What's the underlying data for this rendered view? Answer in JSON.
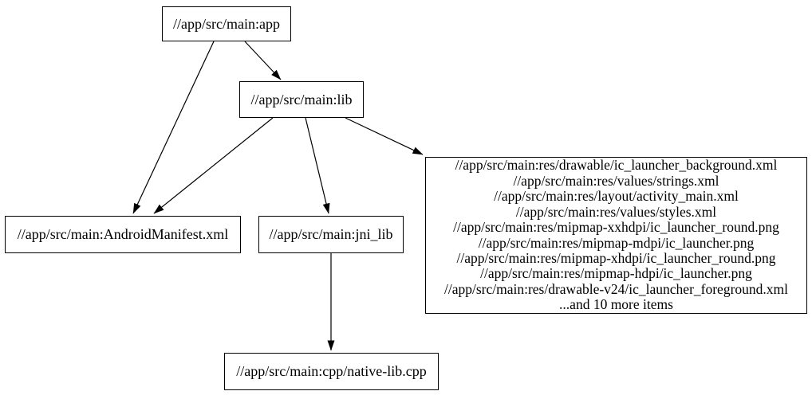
{
  "graph": {
    "type": "directed-dependency-graph",
    "background_color": "#ffffff",
    "node_border_color": "#000000",
    "edge_color": "#000000",
    "nodes": {
      "app": {
        "label": "//app/src/main:app"
      },
      "lib": {
        "label": "//app/src/main:lib"
      },
      "manifest": {
        "label": "//app/src/main:AndroidManifest.xml"
      },
      "jni_lib": {
        "label": "//app/src/main:jni_lib"
      },
      "native_lib": {
        "label": "//app/src/main:cpp/native-lib.cpp"
      },
      "resources": {
        "lines": [
          "//app/src/main:res/drawable/ic_launcher_background.xml",
          "//app/src/main:res/values/strings.xml",
          "//app/src/main:res/layout/activity_main.xml",
          "//app/src/main:res/values/styles.xml",
          "//app/src/main:res/mipmap-xxhdpi/ic_launcher_round.png",
          "//app/src/main:res/mipmap-mdpi/ic_launcher.png",
          "//app/src/main:res/mipmap-xhdpi/ic_launcher_round.png",
          "//app/src/main:res/mipmap-hdpi/ic_launcher.png",
          "//app/src/main:res/drawable-v24/ic_launcher_foreground.xml",
          "...and 10 more items"
        ]
      }
    },
    "edges": [
      {
        "from": "app",
        "to": "lib"
      },
      {
        "from": "app",
        "to": "manifest"
      },
      {
        "from": "lib",
        "to": "manifest"
      },
      {
        "from": "lib",
        "to": "jni_lib"
      },
      {
        "from": "lib",
        "to": "resources"
      },
      {
        "from": "jni_lib",
        "to": "native_lib"
      }
    ]
  }
}
